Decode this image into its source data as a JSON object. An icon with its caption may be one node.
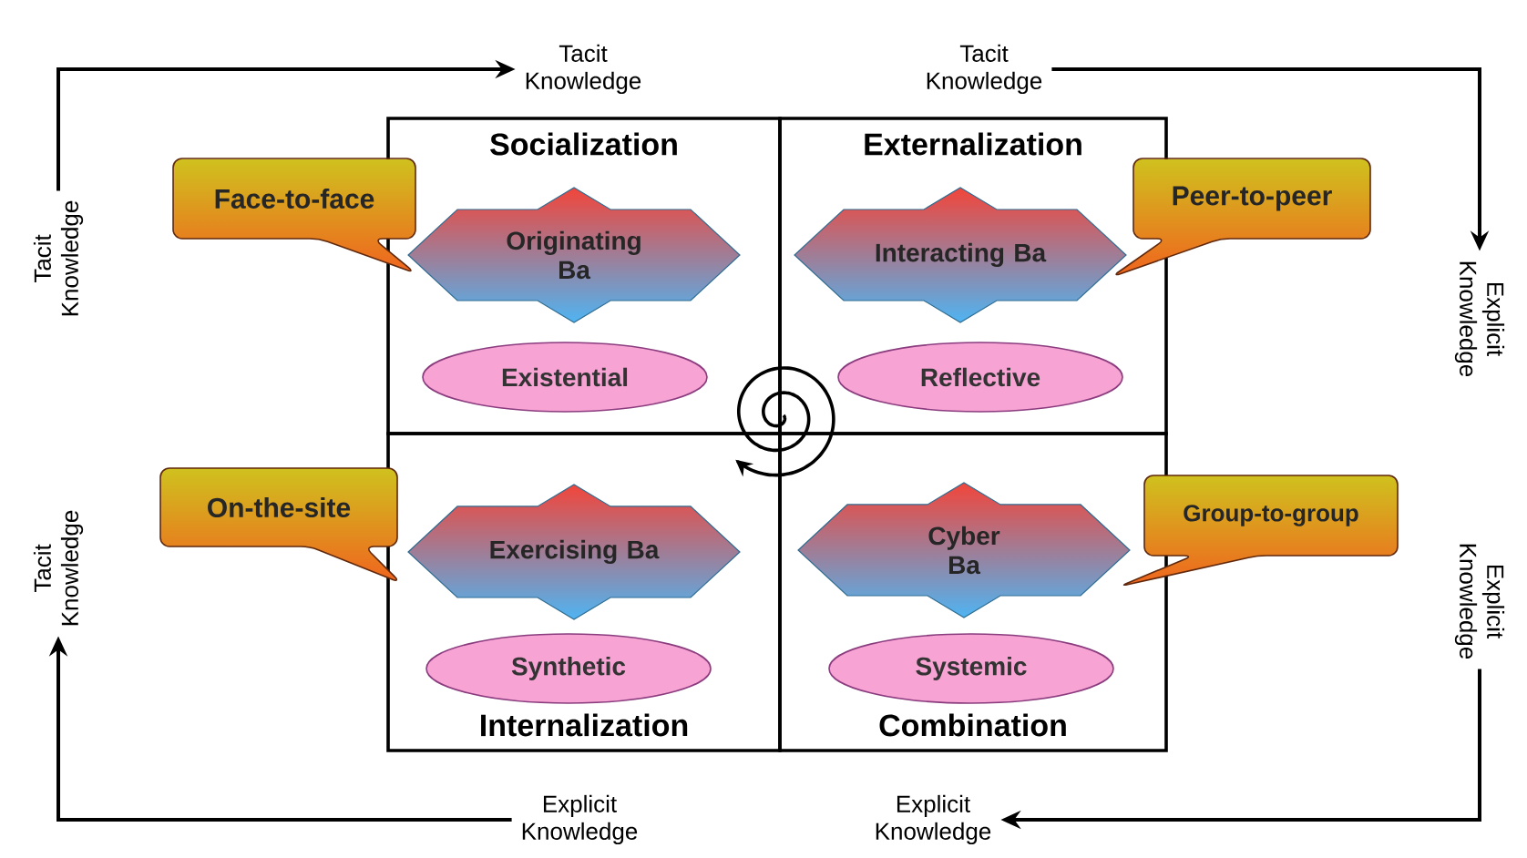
{
  "diagram": {
    "nodes": [
      {
        "text": [
          "Tacit Knowledge"
        ]
      },
      {
        "text": [
          "Tacit Knowledge"
        ]
      },
      {
        "text": [
          "Tacit Knowledge"
        ]
      },
      {
        "text": [
          "Explicit Knowledge"
        ]
      },
      {
        "text": [
          "Explicit Knowledge"
        ]
      },
      {
        "text": [
          "Explicit Knowledge"
        ]
      },
      {
        "text": [
          "Explicit Knowledge"
        ]
      },
      {
        "text": [
          "Tacit Knowledge"
        ]
      },
      {
        "text": [
          "Socialization"
        ]
      },
      {
        "text": [
          "Originating Ba"
        ],
        "in": 8
      },
      {
        "text": [
          "Existential"
        ],
        "in": 8
      },
      {
        "text": [
          "Externalization"
        ]
      },
      {
        "text": [
          "Interacting Ba"
        ],
        "in": 11
      },
      {
        "text": [
          "Reflective"
        ],
        "in": 11
      },
      {
        "text": [
          "Internalization"
        ]
      },
      {
        "text": [
          "Exercising Ba"
        ],
        "in": 14
      },
      {
        "text": [
          "Synthetic"
        ],
        "in": 14
      },
      {
        "text": [
          "Combination"
        ]
      },
      {
        "text": [
          "Cyber Ba"
        ],
        "in": 17
      },
      {
        "text": [
          "Systemic"
        ],
        "in": 17
      },
      {
        "text": [
          "Face-to-face"
        ]
      },
      {
        "text": [
          "Peer-to-peer"
        ]
      },
      {
        "text": [
          "On-the-site"
        ]
      },
      {
        "text": [
          "Group-to-group"
        ]
      }
    ],
    "edges": [
      {
        "from": 0,
        "to": 1,
        "arrow": "to"
      },
      {
        "from": 2,
        "to": 3,
        "arrow": "to"
      },
      {
        "from": 4,
        "to": 5,
        "arrow": "to"
      },
      {
        "from": 6,
        "to": 7,
        "arrow": "to"
      }
    ]
  }
}
